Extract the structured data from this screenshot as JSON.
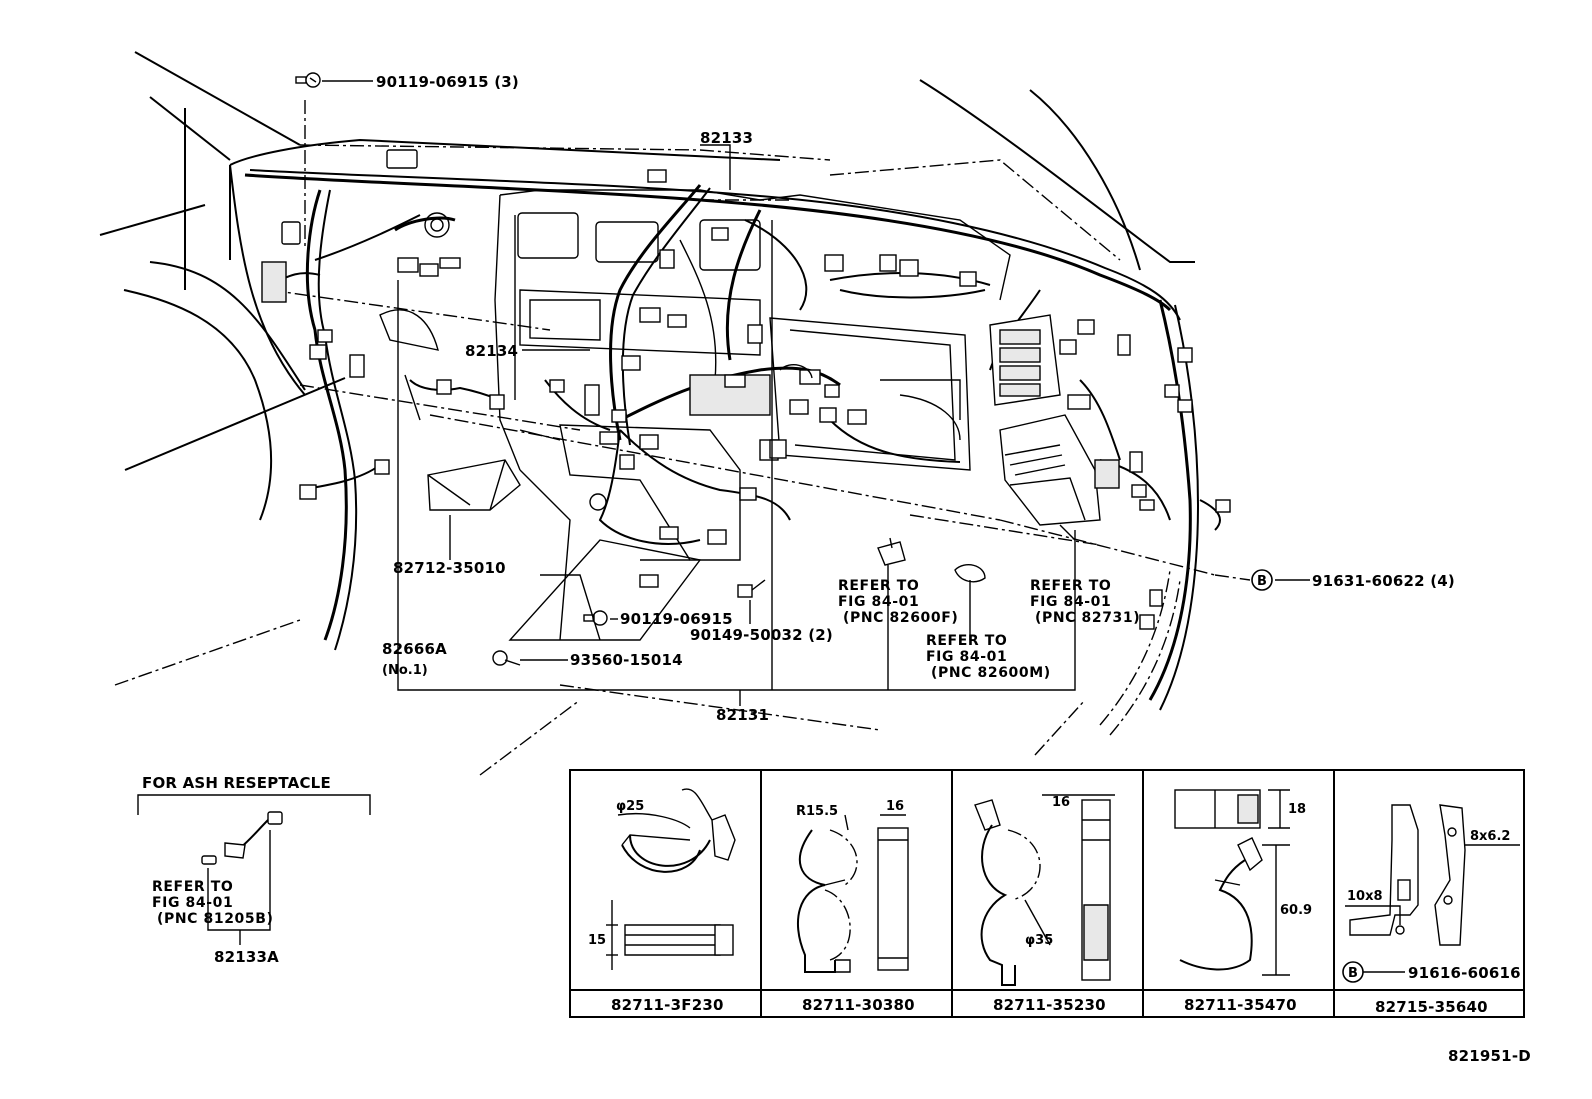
{
  "diagram_id": "821951-D",
  "labels": {
    "screw_top": "90119-06915 (3)",
    "harness_main": "82133",
    "harness_center": "82134",
    "cover": "82712-35010",
    "bracket": "82666A",
    "bracket_note": "(No.1)",
    "screw_center": "90119-06915",
    "bolt_center": "90149-50032 (2)",
    "clip_bottom": "93560-15014",
    "refer_82600F": [
      "REFER TO",
      "FIG 84-01",
      "(PNC 82600F)"
    ],
    "refer_82600M": [
      "REFER TO",
      "FIG 84-01",
      "(PNC 82600M)"
    ],
    "refer_82731": [
      "REFER TO",
      "FIG 84-01",
      "(PNC 82731)"
    ],
    "clamp_b": "91631-60622 (4)",
    "callout_b": "B",
    "assembly": "82131"
  },
  "ash_receptacle": {
    "title": "FOR ASH RESEPTACLE",
    "refer": [
      "REFER TO",
      "FIG 84-01",
      "(PNC 81205B)"
    ],
    "part": "82133A"
  },
  "clips": [
    {
      "part": "82711-3F230",
      "dims": [
        "φ25",
        "15"
      ]
    },
    {
      "part": "82711-30380",
      "dims": [
        "R15.5",
        "16"
      ]
    },
    {
      "part": "82711-35230",
      "dims": [
        "16",
        "φ35"
      ]
    },
    {
      "part": "82711-35470",
      "dims": [
        "18",
        "60.9"
      ]
    },
    {
      "part": "82715-35640",
      "dims": [
        "8x6.2",
        "10x8",
        "91616-60616"
      ],
      "callout": "B"
    }
  ]
}
